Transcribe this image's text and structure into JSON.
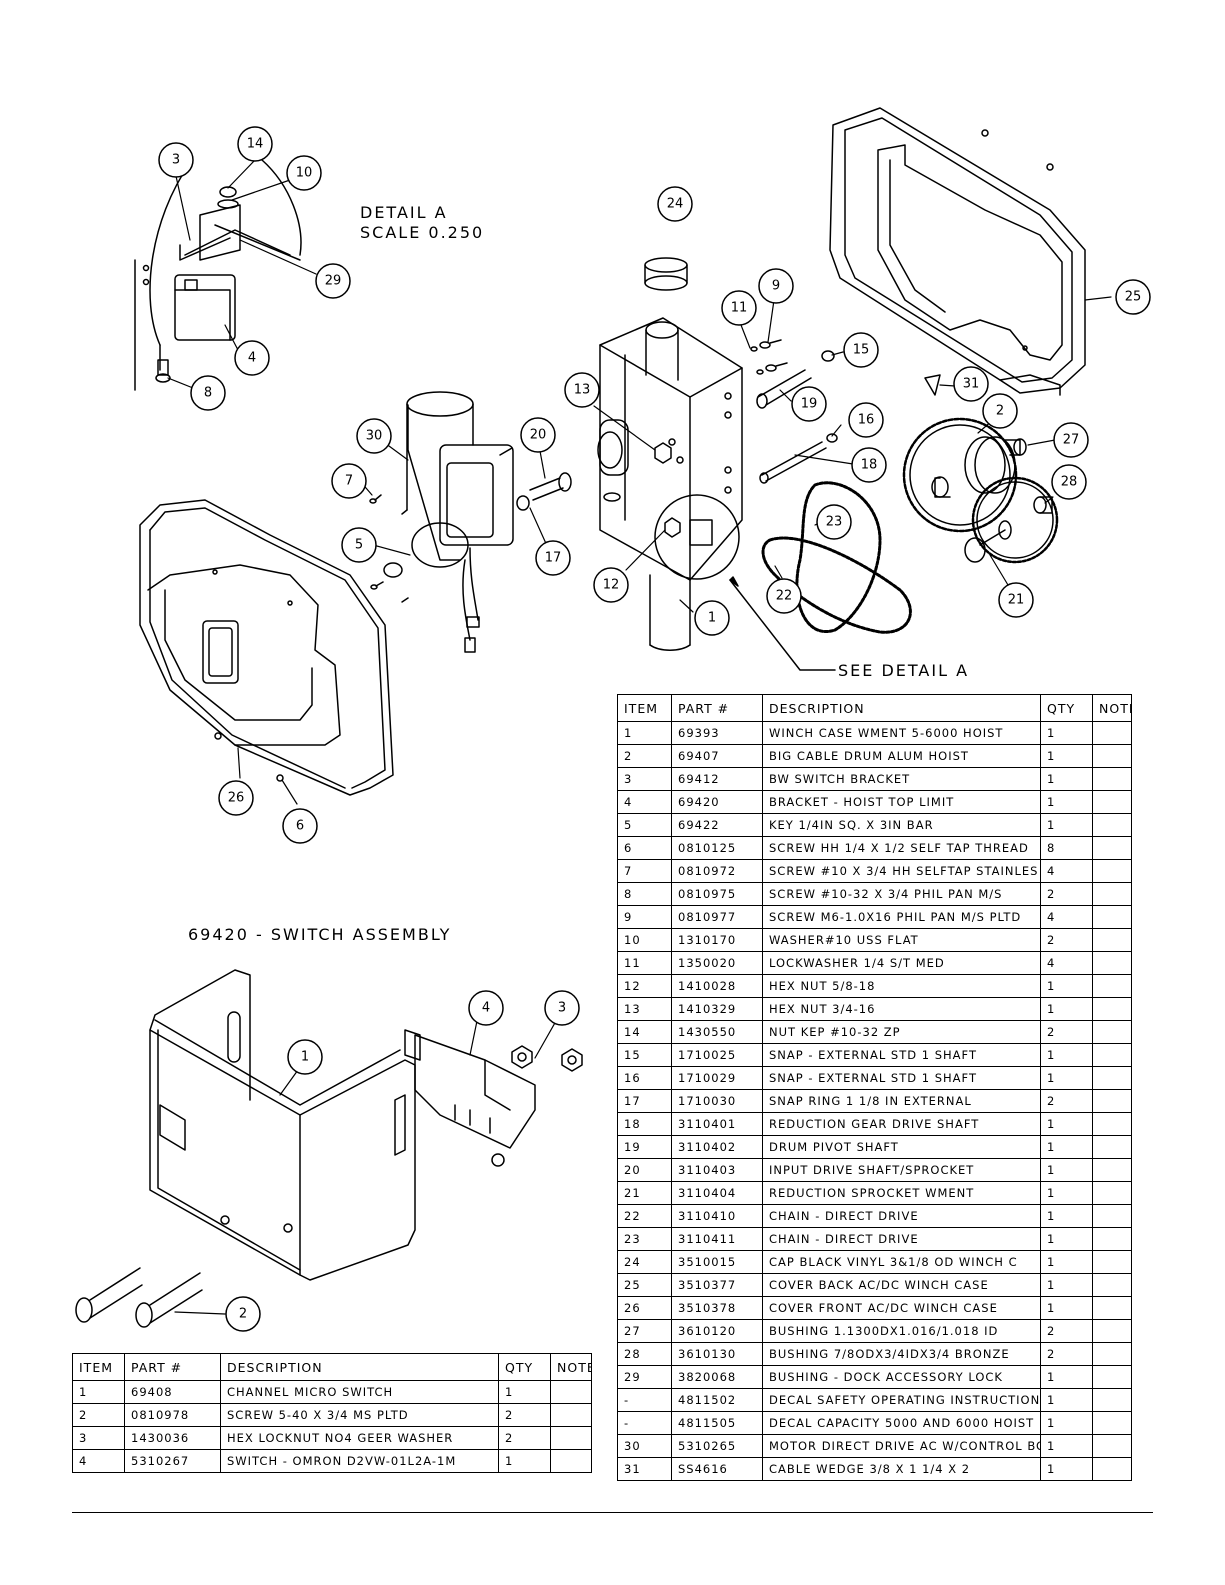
{
  "detail": {
    "title": "DETAIL  A",
    "scale": "SCALE  0.250"
  },
  "see_detail": "SEE DETAIL  A",
  "switch_assembly_title": "69420 - SWITCH ASSEMBLY",
  "balloons": {
    "b14": "14",
    "b3": "3",
    "b10": "10",
    "b29": "29",
    "b4": "4",
    "b8": "8",
    "b24": "24",
    "b11": "11",
    "b9": "9",
    "b15": "15",
    "b13": "13",
    "b19": "19",
    "b30": "30",
    "b20": "20",
    "b16": "16",
    "b18": "18",
    "b7": "7",
    "b5": "5",
    "b17": "17",
    "b12": "12",
    "b1": "1",
    "b23": "23",
    "b22": "22",
    "b2": "2",
    "b27": "27",
    "b28": "28",
    "b21": "21",
    "b25": "25",
    "b31": "31",
    "b26": "26",
    "b6": "6",
    "s4": "4",
    "s3": "3",
    "s1": "1",
    "s2": "2"
  },
  "main_table": {
    "headers": {
      "item": "ITEM",
      "part": "PART #",
      "description": "DESCRIPTION",
      "qty": "QTY",
      "note": "NOTE"
    },
    "rows": [
      {
        "item": "1",
        "part": "69393",
        "description": "WINCH CASE WMENT 5-6000 HOIST",
        "qty": "1",
        "note": ""
      },
      {
        "item": "2",
        "part": "69407",
        "description": "BIG CABLE DRUM   ALUM HOIST",
        "qty": "1",
        "note": ""
      },
      {
        "item": "3",
        "part": "69412",
        "description": "BW SWITCH BRACKET",
        "qty": "1",
        "note": ""
      },
      {
        "item": "4",
        "part": "69420",
        "description": "BRACKET - HOIST TOP LIMIT",
        "qty": "1",
        "note": ""
      },
      {
        "item": "5",
        "part": "69422",
        "description": "KEY 1/4IN SQ. X 3IN BAR",
        "qty": "1",
        "note": ""
      },
      {
        "item": "6",
        "part": "0810125",
        "description": "SCREW HH 1/4 X 1/2 SELF TAP THREAD",
        "qty": "8",
        "note": ""
      },
      {
        "item": "7",
        "part": "0810972",
        "description": "SCREW #10 X 3/4 HH SELFTAP STAINLES",
        "qty": "4",
        "note": ""
      },
      {
        "item": "8",
        "part": "0810975",
        "description": "SCREW #10-32 X 3/4 PHIL PAN M/S",
        "qty": "2",
        "note": ""
      },
      {
        "item": "9",
        "part": "0810977",
        "description": "SCREW M6-1.0X16 PHIL PAN M/S PLTD",
        "qty": "4",
        "note": ""
      },
      {
        "item": "10",
        "part": "1310170",
        "description": "WASHER#10 USS FLAT",
        "qty": "2",
        "note": ""
      },
      {
        "item": "11",
        "part": "1350020",
        "description": "LOCKWASHER 1/4 S/T MED",
        "qty": "4",
        "note": ""
      },
      {
        "item": "12",
        "part": "1410028",
        "description": "HEX NUT 5/8-18",
        "qty": "1",
        "note": ""
      },
      {
        "item": "13",
        "part": "1410329",
        "description": "HEX NUT 3/4-16",
        "qty": "1",
        "note": ""
      },
      {
        "item": "14",
        "part": "1430550",
        "description": "NUT KEP #10-32 ZP",
        "qty": "2",
        "note": ""
      },
      {
        "item": "15",
        "part": "1710025",
        "description": "SNAP - EXTERNAL STD 1 SHAFT",
        "qty": "1",
        "note": ""
      },
      {
        "item": "16",
        "part": "1710029",
        "description": "SNAP - EXTERNAL STD 1 SHAFT",
        "qty": "1",
        "note": ""
      },
      {
        "item": "17",
        "part": "1710030",
        "description": "SNAP RING 1 1/8 IN EXTERNAL",
        "qty": "2",
        "note": ""
      },
      {
        "item": "18",
        "part": "3110401",
        "description": "REDUCTION GEAR DRIVE SHAFT",
        "qty": "1",
        "note": ""
      },
      {
        "item": "19",
        "part": "3110402",
        "description": "DRUM PIVOT SHAFT",
        "qty": "1",
        "note": ""
      },
      {
        "item": "20",
        "part": "3110403",
        "description": "INPUT DRIVE SHAFT/SPROCKET",
        "qty": "1",
        "note": ""
      },
      {
        "item": "21",
        "part": "3110404",
        "description": "REDUCTION SPROCKET WMENT",
        "qty": "1",
        "note": ""
      },
      {
        "item": "22",
        "part": "3110410",
        "description": "CHAIN - DIRECT DRIVE",
        "qty": "1",
        "note": ""
      },
      {
        "item": "23",
        "part": "3110411",
        "description": "CHAIN - DIRECT DRIVE",
        "qty": "1",
        "note": ""
      },
      {
        "item": "24",
        "part": "3510015",
        "description": "CAP BLACK VINYL 3&1/8 OD WINCH C",
        "qty": "1",
        "note": ""
      },
      {
        "item": "25",
        "part": "3510377",
        "description": "COVER BACK AC/DC WINCH CASE",
        "qty": "1",
        "note": ""
      },
      {
        "item": "26",
        "part": "3510378",
        "description": "COVER FRONT AC/DC WINCH CASE",
        "qty": "1",
        "note": ""
      },
      {
        "item": "27",
        "part": "3610120",
        "description": "BUSHING  1.1300DX1.016/1.018 ID",
        "qty": "2",
        "note": ""
      },
      {
        "item": "28",
        "part": "3610130",
        "description": "BUSHING  7/8ODX3/4IDX3/4 BRONZE",
        "qty": "2",
        "note": ""
      },
      {
        "item": "29",
        "part": "3820068",
        "description": "BUSHING - DOCK ACCESSORY LOCK",
        "qty": "1",
        "note": ""
      },
      {
        "item": "-",
        "part": "4811502",
        "description": "DECAL SAFETY OPERATING INSTRUCTIONS",
        "qty": "1",
        "note": ""
      },
      {
        "item": "-",
        "part": "4811505",
        "description": "DECAL CAPACITY 5000 AND 6000 HOIST",
        "qty": "1",
        "note": ""
      },
      {
        "item": "30",
        "part": "5310265",
        "description": "MOTOR DIRECT DRIVE AC W/CONTROL BOX",
        "qty": "1",
        "note": ""
      },
      {
        "item": "31",
        "part": "SS4616",
        "description": "CABLE WEDGE 3/8 X 1 1/4 X 2",
        "qty": "1",
        "note": ""
      }
    ]
  },
  "switch_table": {
    "headers": {
      "item": "ITEM",
      "part": "PART #",
      "description": "DESCRIPTION",
      "qty": "QTY",
      "note": "NOTE"
    },
    "rows": [
      {
        "item": "1",
        "part": "69408",
        "description": "CHANNEL MICRO SWITCH",
        "qty": "1",
        "note": ""
      },
      {
        "item": "2",
        "part": "0810978",
        "description": "SCREW 5-40 X 3/4 MS PLTD",
        "qty": "2",
        "note": ""
      },
      {
        "item": "3",
        "part": "1430036",
        "description": "HEX LOCKNUT NO4 GEER WASHER",
        "qty": "2",
        "note": ""
      },
      {
        "item": "4",
        "part": "5310267",
        "description": "SWITCH - OMRON D2VW-01L2A-1M",
        "qty": "1",
        "note": ""
      }
    ]
  }
}
